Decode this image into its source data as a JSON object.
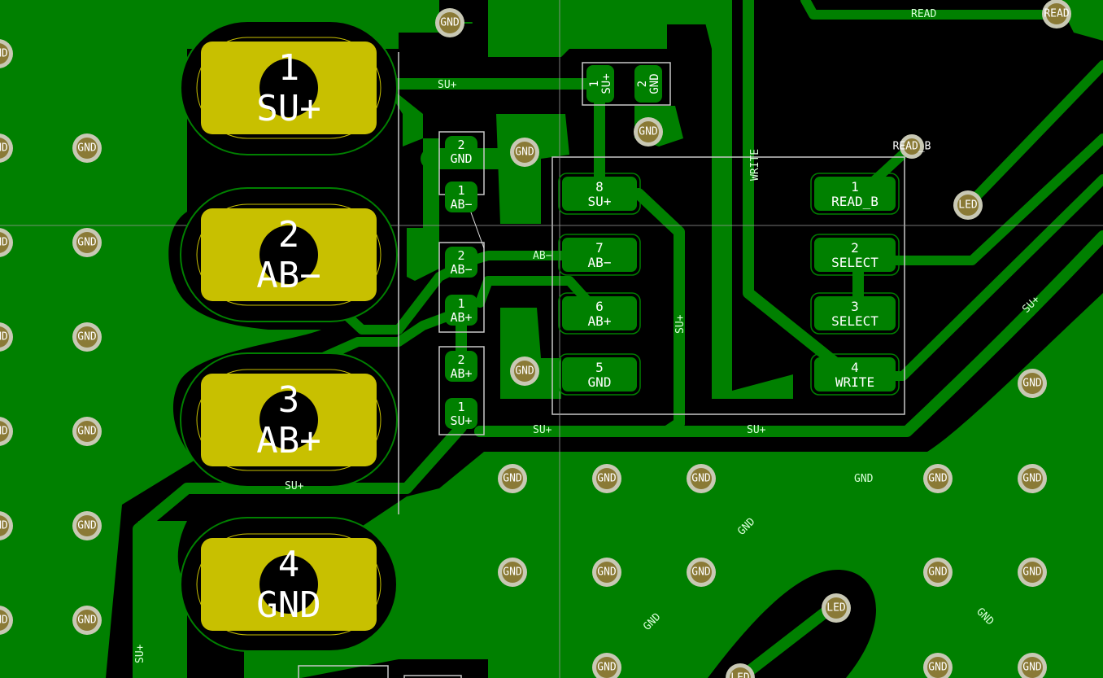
{
  "colors": {
    "background": "#000000",
    "copper": "#008000",
    "copper_bright": "#00b000",
    "pad_gold": "#c8c000",
    "via_ring": "#c8c8b4",
    "via_hole": "#8a7a36",
    "silk": "#c8c8c8",
    "text": "#ffffff"
  },
  "large_pads": [
    {
      "num": "1",
      "net": "SU+"
    },
    {
      "num": "2",
      "net": "AB−"
    },
    {
      "num": "3",
      "net": "AB+"
    },
    {
      "num": "4",
      "net": "GND"
    }
  ],
  "smd_pads": [
    {
      "num": "2",
      "net": "GND"
    },
    {
      "num": "1",
      "net": "AB−"
    },
    {
      "num": "2",
      "net": "AB−"
    },
    {
      "num": "1",
      "net": "AB+"
    },
    {
      "num": "2",
      "net": "AB+"
    },
    {
      "num": "1",
      "net": "SU+"
    }
  ],
  "top_pads": [
    {
      "num": "1",
      "net": "SU+"
    },
    {
      "num": "2",
      "net": "GND"
    }
  ],
  "ic_pads": [
    {
      "num": "8",
      "net": "SU+"
    },
    {
      "num": "7",
      "net": "AB−"
    },
    {
      "num": "6",
      "net": "AB+"
    },
    {
      "num": "5",
      "net": "GND"
    },
    {
      "num": "1",
      "net": "READ_B"
    },
    {
      "num": "2",
      "net": "SELECT"
    },
    {
      "num": "3",
      "net": "SELECT"
    },
    {
      "num": "4",
      "net": "WRITE"
    }
  ],
  "vias": {
    "gnd": "GND",
    "led": "LED",
    "read": "READ",
    "read_b": "READ_B"
  },
  "net_labels": {
    "su_top": "SU+",
    "ab_minus": "AB−",
    "su_bottom_a": "SU+",
    "su_bottom_b": "SU+",
    "su_left": "SU+",
    "su_vertical": "SU+",
    "su_lower": "SU+",
    "su_diag": "SU+",
    "write": "WRITE",
    "read": "READ",
    "gnd_a": "GND",
    "gnd_b": "GND",
    "gnd_c": "GND",
    "gnd_d": "GND"
  }
}
